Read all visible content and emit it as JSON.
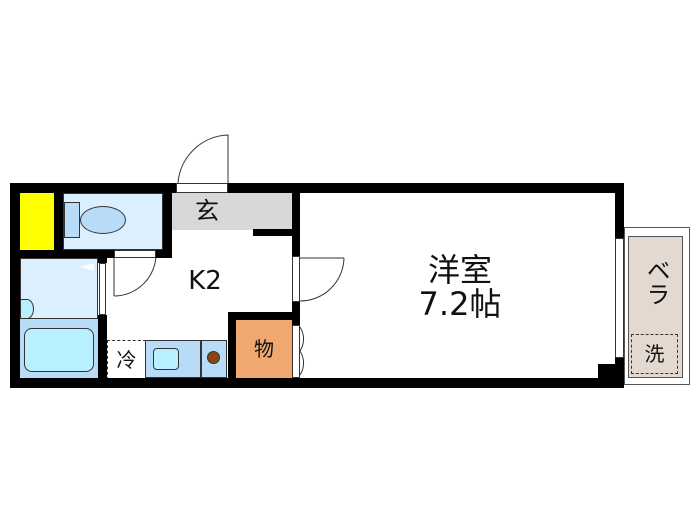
{
  "floorplan": {
    "rooms": {
      "entrance": {
        "label": "玄",
        "color": "#d8d8d8"
      },
      "kitchen": {
        "label": "K2"
      },
      "western_room": {
        "label_line1": "洋室",
        "label_line2": "7.2帖"
      },
      "storage": {
        "label": "物",
        "color": "#f0a870"
      },
      "balcony": {
        "label": "ベラ",
        "color": "#e3d9d0"
      },
      "laundry": {
        "label": "洗"
      },
      "fridge": {
        "label": "冷"
      },
      "toilet": {
        "color": "#dcefff"
      },
      "bath": {
        "color": "#dcefff"
      },
      "closet_yellow": {
        "color": "#ffff00"
      }
    },
    "colors": {
      "wall": "#000000",
      "fixture_blue": "#b8dcf8",
      "tub_blue": "#b8f0ff",
      "stove": "#8b4513"
    }
  }
}
